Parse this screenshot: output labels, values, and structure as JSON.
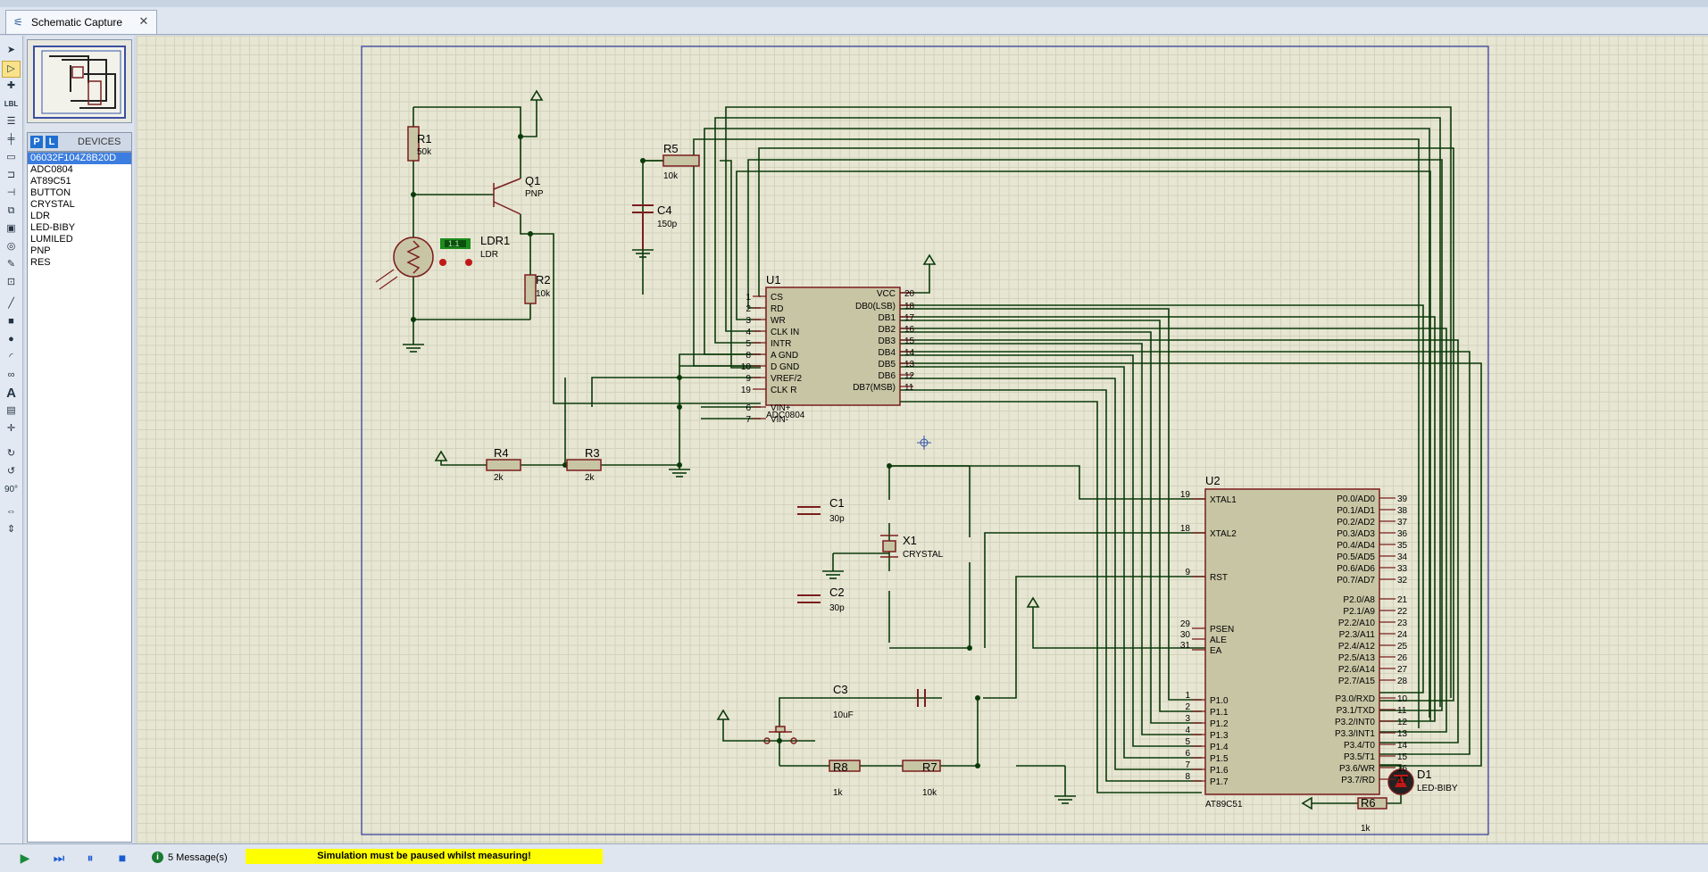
{
  "tab": {
    "title": "Schematic Capture",
    "close": "✕"
  },
  "devices": {
    "p_label": "P",
    "l_label": "L",
    "title": "DEVICES",
    "items": [
      "06032F104Z8B20D",
      "ADC0804",
      "AT89C51",
      "BUTTON",
      "CRYSTAL",
      "LDR",
      "LED-BIBY",
      "LUMILED",
      "PNP",
      "RES"
    ],
    "selected": "06032F104Z8B20D"
  },
  "tools": {
    "rotation": "90°"
  },
  "status": {
    "messages": "5 Message(s)",
    "warning": "Simulation must be paused whilst measuring!"
  },
  "schematic": {
    "R1": {
      "ref": "R1",
      "value": "50k"
    },
    "Q1": {
      "ref": "Q1",
      "value": "PNP"
    },
    "LDR1": {
      "ref": "LDR1",
      "value": "LDR",
      "meter": "1.1"
    },
    "R2": {
      "ref": "R2",
      "value": "10k"
    },
    "R5": {
      "ref": "R5",
      "value": "10k"
    },
    "C4": {
      "ref": "C4",
      "value": "150p"
    },
    "R4": {
      "ref": "R4",
      "value": "2k"
    },
    "R3": {
      "ref": "R3",
      "value": "2k"
    },
    "C1": {
      "ref": "C1",
      "value": "30p"
    },
    "C2": {
      "ref": "C2",
      "value": "30p"
    },
    "X1": {
      "ref": "X1",
      "value": "CRYSTAL"
    },
    "C3": {
      "ref": "C3",
      "value": "10uF"
    },
    "R8": {
      "ref": "R8",
      "value": "1k"
    },
    "R7": {
      "ref": "R7",
      "value": "10k"
    },
    "R6": {
      "ref": "R6",
      "value": "1k"
    },
    "D1": {
      "ref": "D1",
      "value": "LED-BIBY"
    },
    "U1": {
      "ref": "U1",
      "part": "ADC0804",
      "left_pins": [
        {
          "num": "1",
          "name": "CS"
        },
        {
          "num": "2",
          "name": "RD"
        },
        {
          "num": "3",
          "name": "WR"
        },
        {
          "num": "4",
          "name": "CLK IN"
        },
        {
          "num": "5",
          "name": "INTR"
        },
        {
          "num": "8",
          "name": "A GND"
        },
        {
          "num": "10",
          "name": "D GND"
        },
        {
          "num": "9",
          "name": "VREF/2"
        },
        {
          "num": "19",
          "name": "CLK R"
        },
        {
          "num": "6",
          "name": "VIN+"
        },
        {
          "num": "7",
          "name": "VIN-"
        }
      ],
      "right_pins": [
        {
          "num": "20",
          "name": "VCC"
        },
        {
          "num": "18",
          "name": "DB0(LSB)"
        },
        {
          "num": "17",
          "name": "DB1"
        },
        {
          "num": "16",
          "name": "DB2"
        },
        {
          "num": "15",
          "name": "DB3"
        },
        {
          "num": "14",
          "name": "DB4"
        },
        {
          "num": "13",
          "name": "DB5"
        },
        {
          "num": "12",
          "name": "DB6"
        },
        {
          "num": "11",
          "name": "DB7(MSB)"
        }
      ]
    },
    "U2": {
      "ref": "U2",
      "part": "AT89C51",
      "left_pins": [
        {
          "num": "19",
          "name": "XTAL1"
        },
        {
          "num": "18",
          "name": "XTAL2"
        },
        {
          "num": "9",
          "name": "RST"
        },
        {
          "num": "29",
          "name": "PSEN"
        },
        {
          "num": "30",
          "name": "ALE"
        },
        {
          "num": "31",
          "name": "EA"
        },
        {
          "num": "1",
          "name": "P1.0"
        },
        {
          "num": "2",
          "name": "P1.1"
        },
        {
          "num": "3",
          "name": "P1.2"
        },
        {
          "num": "4",
          "name": "P1.3"
        },
        {
          "num": "5",
          "name": "P1.4"
        },
        {
          "num": "6",
          "name": "P1.5"
        },
        {
          "num": "7",
          "name": "P1.6"
        },
        {
          "num": "8",
          "name": "P1.7"
        }
      ],
      "right_pins": [
        {
          "num": "39",
          "name": "P0.0/AD0"
        },
        {
          "num": "38",
          "name": "P0.1/AD1"
        },
        {
          "num": "37",
          "name": "P0.2/AD2"
        },
        {
          "num": "36",
          "name": "P0.3/AD3"
        },
        {
          "num": "35",
          "name": "P0.4/AD4"
        },
        {
          "num": "34",
          "name": "P0.5/AD5"
        },
        {
          "num": "33",
          "name": "P0.6/AD6"
        },
        {
          "num": "32",
          "name": "P0.7/AD7"
        },
        {
          "num": "21",
          "name": "P2.0/A8"
        },
        {
          "num": "22",
          "name": "P2.1/A9"
        },
        {
          "num": "23",
          "name": "P2.2/A10"
        },
        {
          "num": "24",
          "name": "P2.3/A11"
        },
        {
          "num": "25",
          "name": "P2.4/A12"
        },
        {
          "num": "26",
          "name": "P2.5/A13"
        },
        {
          "num": "27",
          "name": "P2.6/A14"
        },
        {
          "num": "28",
          "name": "P2.7/A15"
        },
        {
          "num": "10",
          "name": "P3.0/RXD"
        },
        {
          "num": "11",
          "name": "P3.1/TXD"
        },
        {
          "num": "12",
          "name": "P3.2/INT0"
        },
        {
          "num": "13",
          "name": "P3.3/INT1"
        },
        {
          "num": "14",
          "name": "P3.4/T0"
        },
        {
          "num": "15",
          "name": "P3.5/T1"
        },
        {
          "num": "16",
          "name": "P3.6/WR"
        },
        {
          "num": "17",
          "name": "P3.7/RD"
        }
      ]
    }
  }
}
